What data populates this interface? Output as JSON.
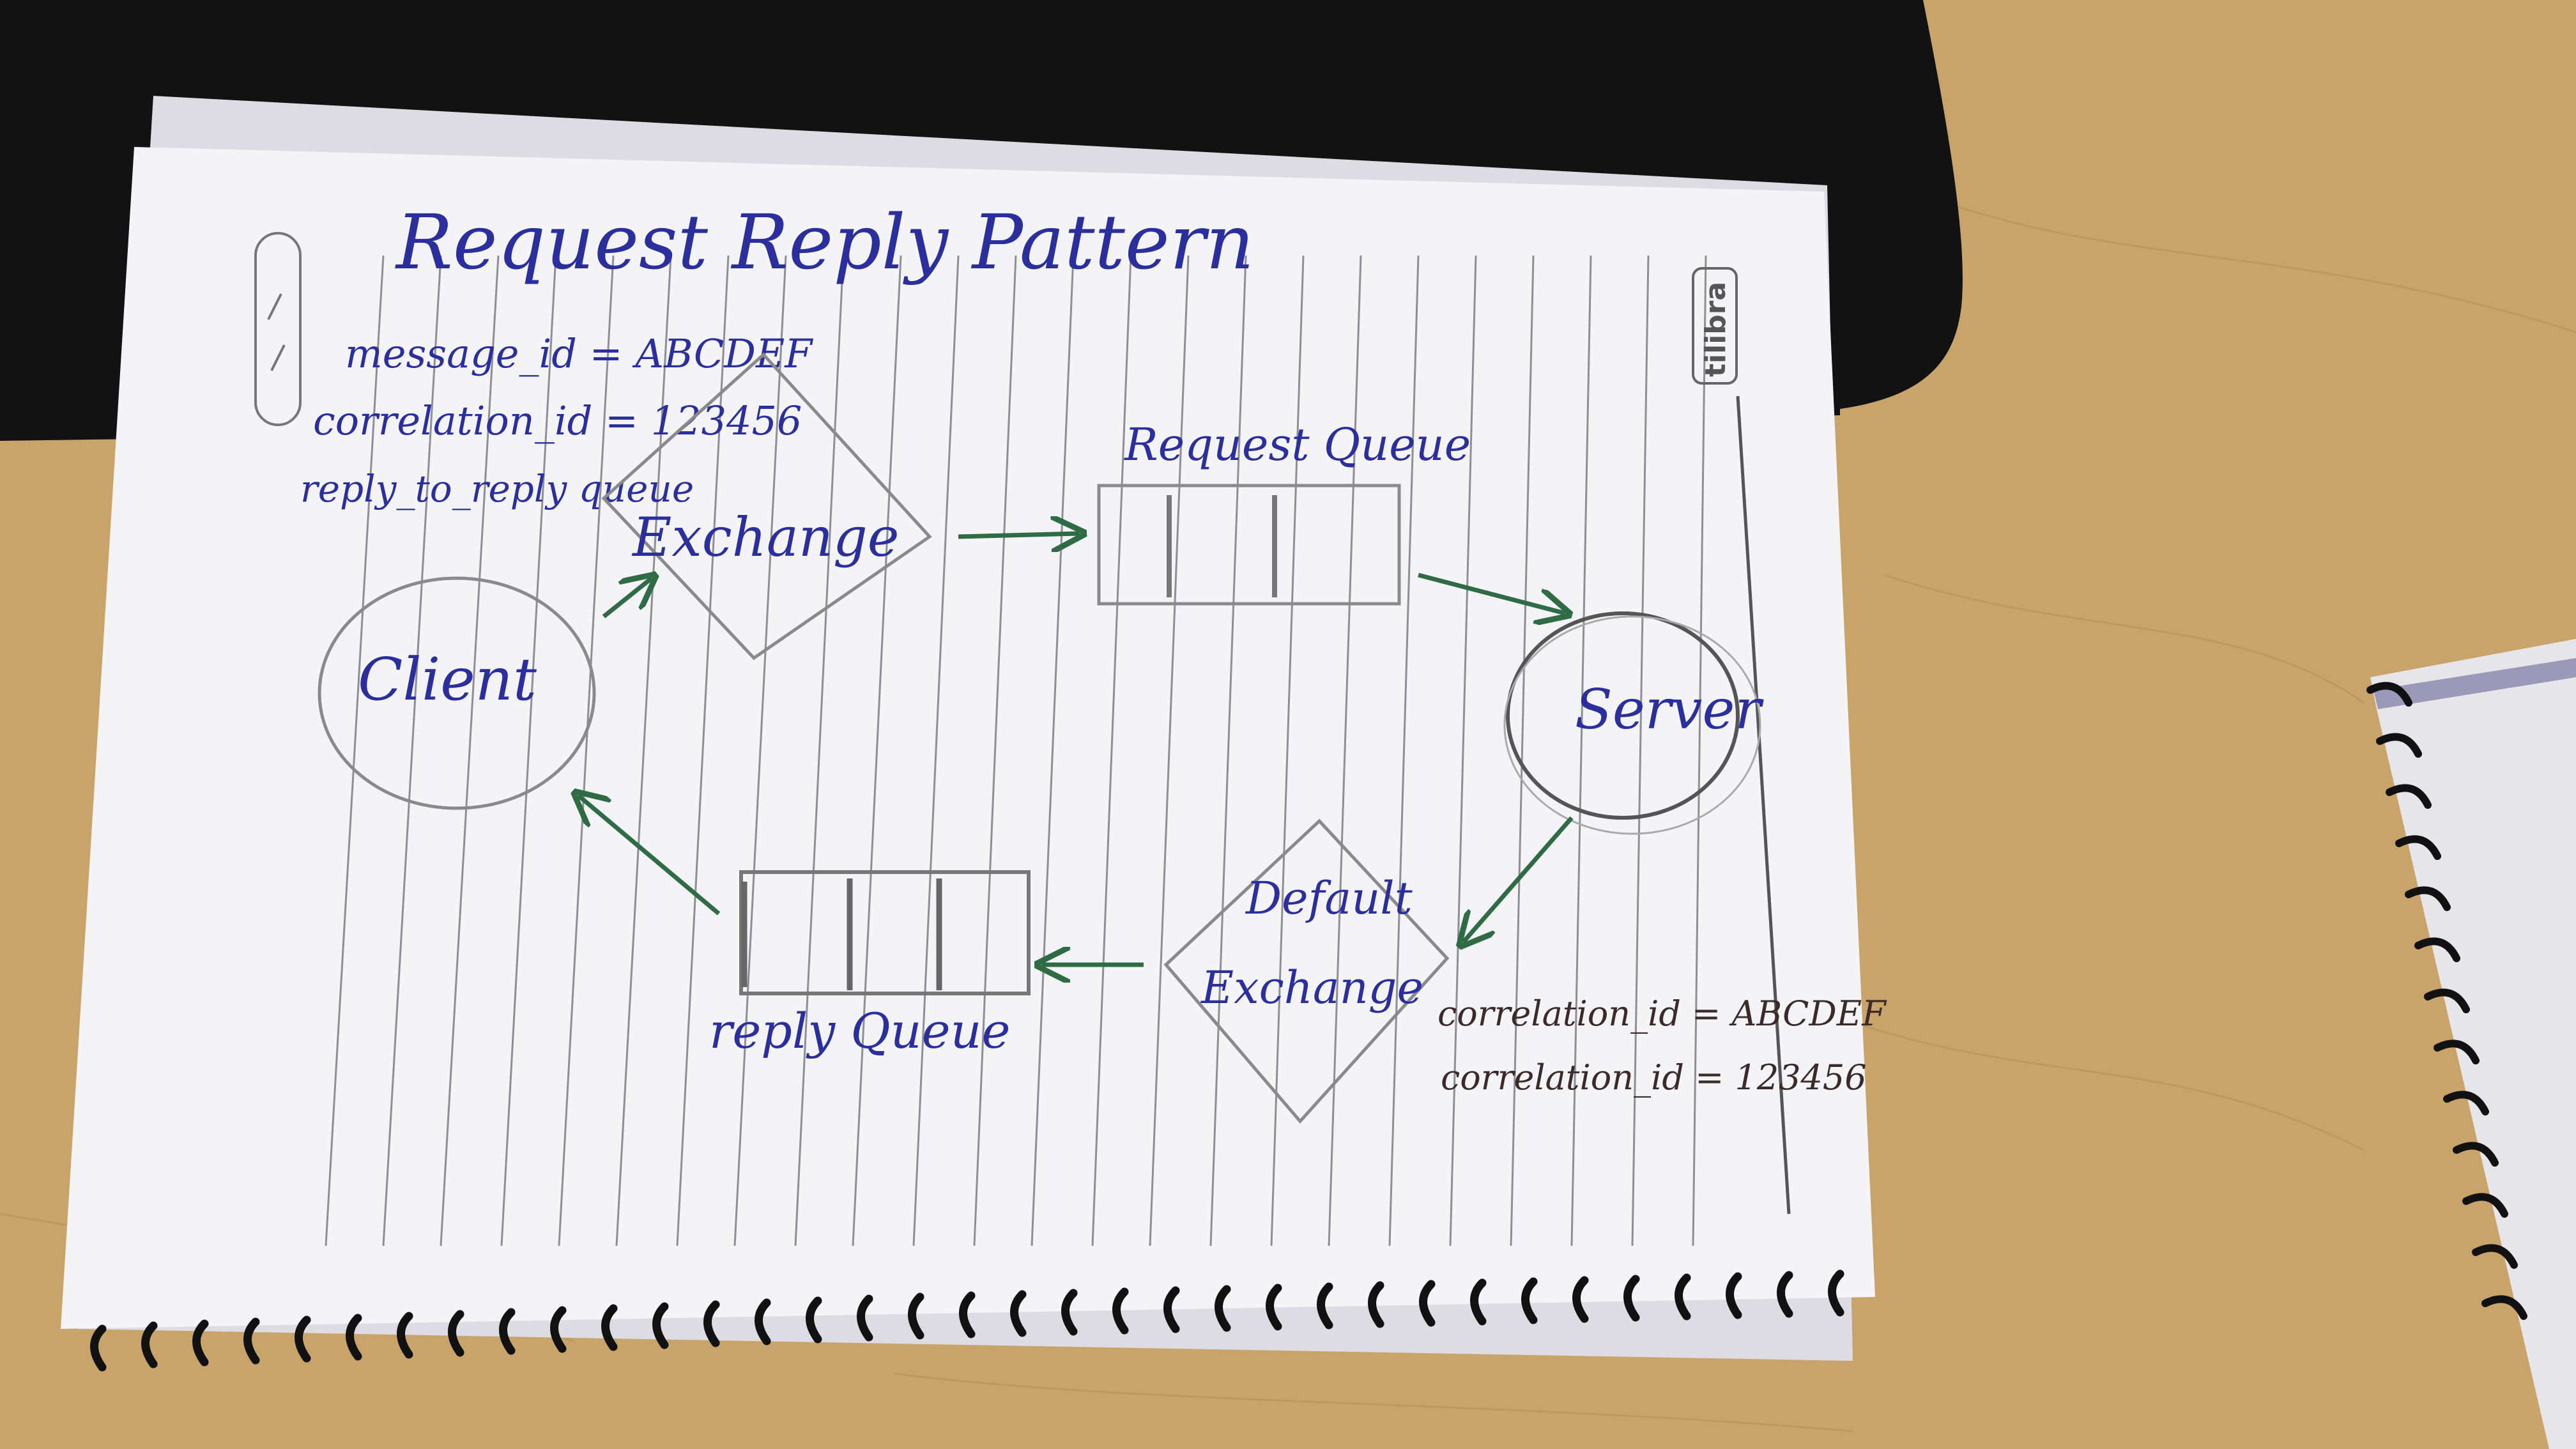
{
  "notebook": {
    "title": "Request Reply Pattern",
    "brand": "tilibra"
  },
  "note_top_left": {
    "line1": "message_id = ABCDEF",
    "line2": "correlation_id = 123456",
    "line3": "reply_to_reply queue"
  },
  "diagram": {
    "client_label": "Client",
    "exchange_label": "Exchange",
    "request_queue_label": "Request Queue",
    "server_label": "Server",
    "default_exchange_label_line1": "Default",
    "default_exchange_label_line2": "Exchange",
    "reply_queue_label": "reply Queue"
  },
  "note_bottom_right": {
    "line1": "correlation_id = ABCDEF",
    "line2": "correlation_id = 123456"
  },
  "colors": {
    "desk": "#c9a46a",
    "paper": "#f4f4f6",
    "ink_blue": "#2b2f9e",
    "ink_green": "#2f6b45",
    "pencil": "#8a8a8a",
    "mat": "#121212"
  }
}
